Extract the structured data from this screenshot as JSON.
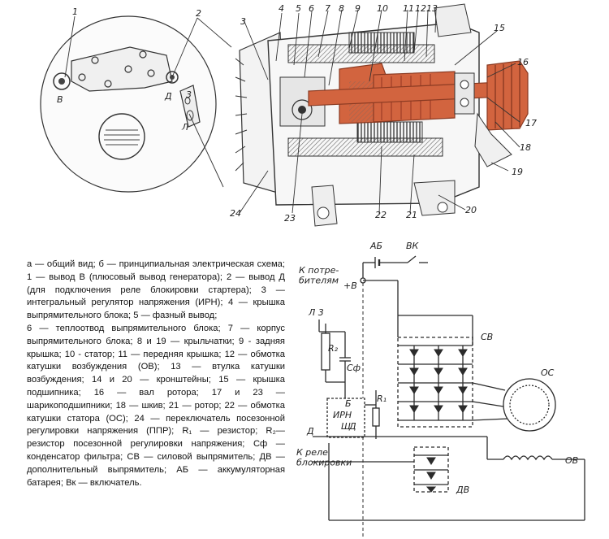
{
  "part_numbers": [
    "1",
    "2",
    "3",
    "4",
    "5",
    "6",
    "7",
    "8",
    "9",
    "10",
    "11",
    "12",
    "13",
    "15",
    "16",
    "17",
    "18",
    "19",
    "20",
    "21",
    "22",
    "23",
    "24"
  ],
  "detail_labels": {
    "terminal_b": "В",
    "terminal_d": "Д",
    "terminal_l": "Л",
    "three": "3"
  },
  "schematic": {
    "ab": "АБ",
    "vk": "ВК",
    "to_consumers": "К потре-\nбителям",
    "plus_b": "+В",
    "l3": "Л  3",
    "r2": "R₂",
    "cf": "Сф",
    "r1": "R₁",
    "sv": "СВ",
    "os": "ОС",
    "b": "Б",
    "irn": "ИРН",
    "sh": "Ш",
    "d_small": "Д",
    "d": "Д",
    "to_relay": "К реле\nблокировки",
    "ov": "ОВ",
    "dv": "ДВ"
  },
  "caption": [
    "а — общий вид; б — принципиальная электрическая схема; 1 — вывод В (плюсовый вывод генератора); 2 — вывод Д (для подключения реле блокировки стартера); 3 — интегральный регулятор напряжения (ИРН); 4 — крышка выпрямительного блока; 5 — фазный вывод;",
    "6 — теплоотвод выпрямительного блока; 7 — корпус выпрямительного блока; 8 и 19 — крыльчатки; 9 - задняя крышка; 10 - статор; 11 — передняя крышка; 12 — обмотка катушки возбуждения (ОВ); 13 — втулка катушки возбуждения; 14 и 20 — кронштейны; 15 — крышка подшипника; 16 — вал ротора; 17 и 23 — шарикоподшипники; 18 — шкив; 21 — ротор; 22 — обмотка катушки статора (ОС); 24 — переключатель посезонной регулировки напряжения (ППР); R₁ — резистор; R₂— резистор посезонной регулировки напряжения; Сф — конденсатор фильтра; СВ — силовой выпрямитель; ДВ — дополнительный выпрямитель; АБ — аккумуляторная батарея; Вк — включатель."
  ],
  "colors": {
    "line": "#2b2b2b",
    "rotor": "#d2643f",
    "rotor_dark": "#a4432a",
    "hatch": "#555555",
    "paper": "#ffffff"
  }
}
